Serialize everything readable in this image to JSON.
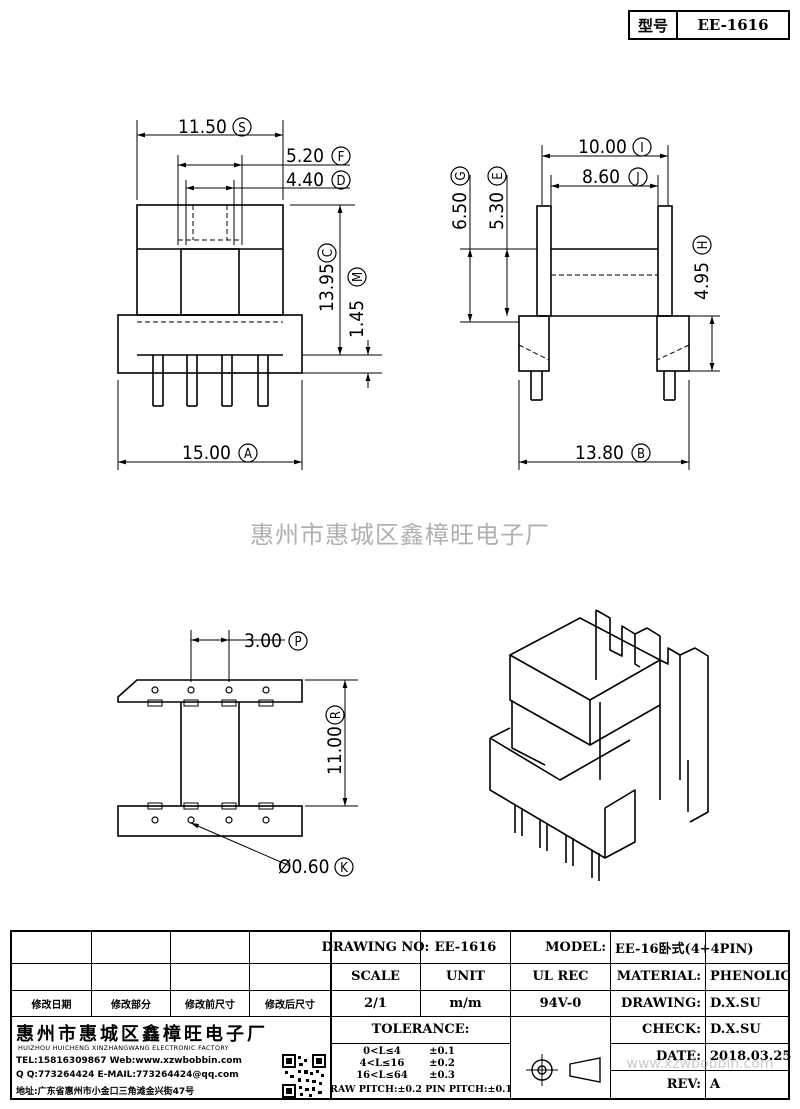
{
  "model_box": {
    "label": "型号",
    "value": "EE-1616"
  },
  "watermark": "惠州市惠城区鑫樟旺电子厂",
  "dims": {
    "s": "11.50",
    "s_tag": "S",
    "f": "5.20",
    "f_tag": "F",
    "d": "4.40",
    "d_tag": "D",
    "c": "13.95",
    "c_tag": "C",
    "m": "1.45",
    "m_tag": "M",
    "a": "15.00",
    "a_tag": "A",
    "i": "10.00",
    "i_tag": "I",
    "j": "8.60",
    "j_tag": "J",
    "g": "6.50",
    "g_tag": "G",
    "e": "5.30",
    "e_tag": "E",
    "h": "4.95",
    "h_tag": "H",
    "b": "13.80",
    "b_tag": "B",
    "p": "3.00",
    "p_tag": "P",
    "r": "11.00",
    "r_tag": "R",
    "k": "Ø0.60",
    "k_tag": "K"
  },
  "title_block": {
    "drawing_no_label": "DRAWING NO:",
    "drawing_no": "EE-1616",
    "model_label": "MODEL:",
    "model": "EE-16卧式(4+4PIN)",
    "scale_label": "SCALE",
    "unit_label": "UNIT",
    "ul_rec_label": "UL REC",
    "material_label": "MATERIAL:",
    "material": "PHENOLIC",
    "scale": "2/1",
    "unit": "m/m",
    "ul_rec": "94V-0",
    "drawing_label": "DRAWING:",
    "drawing": "D.X.SU",
    "check_label": "CHECK:",
    "check": "D.X.SU",
    "date_label": "DATE:",
    "date": "2018.03.25",
    "rev_label": "REV:",
    "rev": "A",
    "tolerance_label": "TOLERANCE:",
    "tol1_range": "0<L≤4",
    "tol1_val": "±0.1",
    "tol2_range": "4<L≤16",
    "tol2_val": "±0.2",
    "tol3_range": "16<L≤64",
    "tol3_val": "±0.3",
    "raw_pitch": "RAW PITCH:±0.2 PIN PITCH:±0.1",
    "rev_cols": [
      "修改日期",
      "修改部分",
      "修改前尺寸",
      "修改后尺寸"
    ],
    "company_cn": "惠州市惠城区鑫樟旺电子厂",
    "company_en": "HUIZHOU HUICHENG XINZHANGWANG ELECTRONIC FACTORY",
    "tel": "TEL:15816309867 Web:www.xzwbobbin.com",
    "qq": "Q Q:773264424 E-MAIL:773264424@qq.com",
    "address": "地址:广东省惠州市小金口三角滩金兴街47号",
    "footer_wm": "www.xzwbobbin.com"
  }
}
